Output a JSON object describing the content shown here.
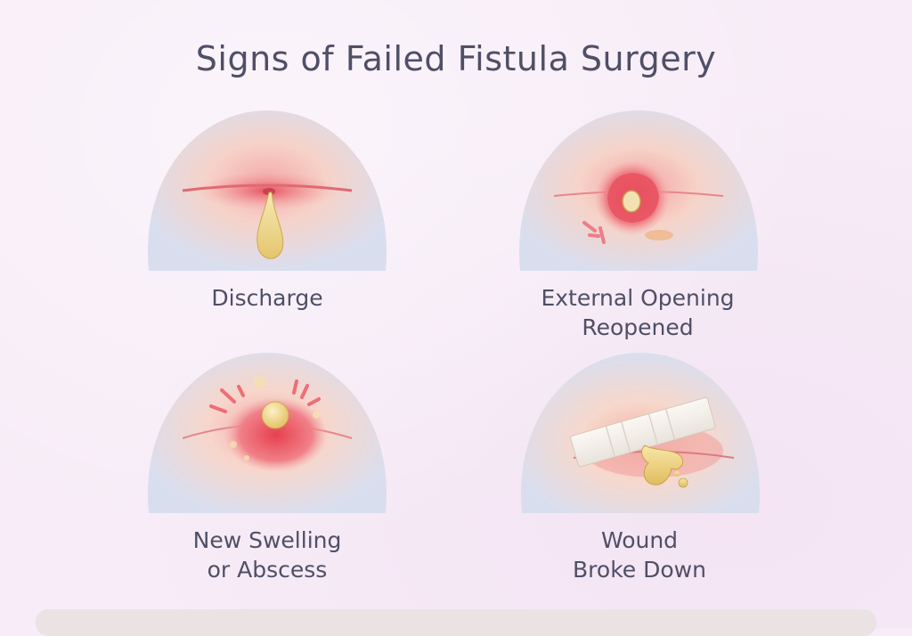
{
  "title": "Signs of Failed Fistula Surgery",
  "colors": {
    "background": "#f7ecf7",
    "text": "#4f4f66",
    "panel_blue": "#d9deef",
    "inflamed_red": "#e8505e",
    "pus_yellow": "#efd98a"
  },
  "panels": [
    {
      "icon": "discharge-drop-icon",
      "caption_lines": [
        "Discharge"
      ]
    },
    {
      "icon": "reopened-opening-icon",
      "caption_lines": [
        "External Opening",
        "Reopened"
      ]
    },
    {
      "icon": "swelling-abscess-icon",
      "caption_lines": [
        "New Swelling",
        "or Abscess"
      ]
    },
    {
      "icon": "bandage-wound-icon",
      "caption_lines": [
        "Wound",
        "Broke Down"
      ]
    }
  ]
}
